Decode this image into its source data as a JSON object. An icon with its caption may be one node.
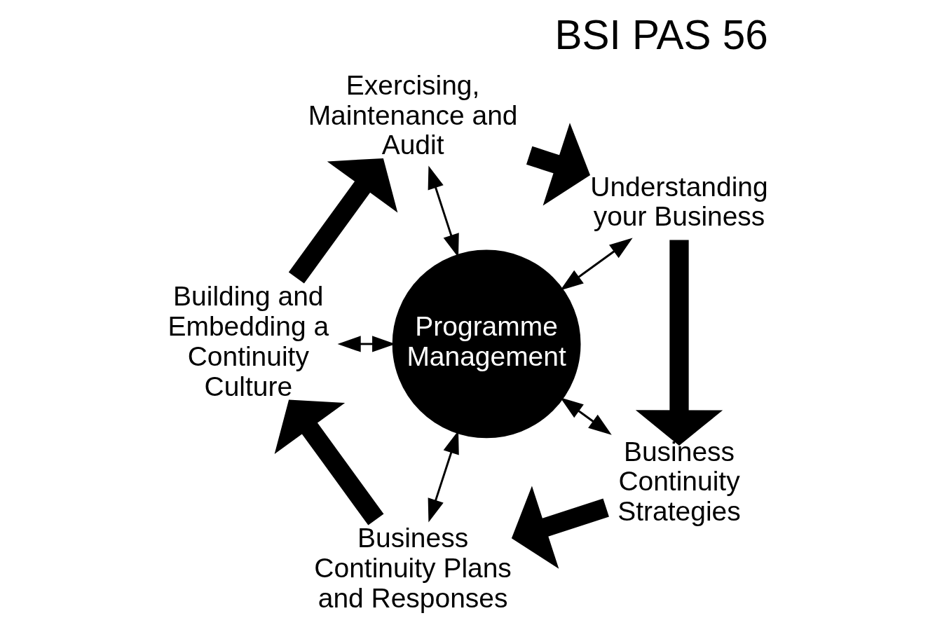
{
  "diagram": {
    "title": "BSI PAS 56",
    "nodes": [
      {
        "text": [
          "Understanding your Business"
        ]
      },
      {
        "text": [
          "Business Continuity Strategies"
        ]
      },
      {
        "text": [
          "Business Continuity Plans and Responses"
        ]
      },
      {
        "text": [
          "Building and Embedding a Continuity Culture"
        ]
      },
      {
        "text": [
          "Exercising, Maintenance and Audit"
        ]
      },
      {
        "text": [
          "Programme Management"
        ]
      }
    ],
    "edges": [
      {
        "from": 0,
        "to": 1,
        "arrow": "to",
        "style": "thick"
      },
      {
        "from": 1,
        "to": 2,
        "arrow": "to",
        "style": "thick"
      },
      {
        "from": 2,
        "to": 3,
        "arrow": "to",
        "style": "thick"
      },
      {
        "from": 3,
        "to": 4,
        "arrow": "to",
        "style": "thick"
      },
      {
        "from": 4,
        "to": 0,
        "arrow": "to",
        "style": "thick"
      },
      {
        "from": 5,
        "to": 0,
        "arrow": "both"
      },
      {
        "from": 5,
        "to": 1,
        "arrow": "both"
      },
      {
        "from": 5,
        "to": 2,
        "arrow": "both"
      },
      {
        "from": 5,
        "to": 3,
        "arrow": "both"
      },
      {
        "from": 5,
        "to": 4,
        "arrow": "both"
      }
    ]
  }
}
